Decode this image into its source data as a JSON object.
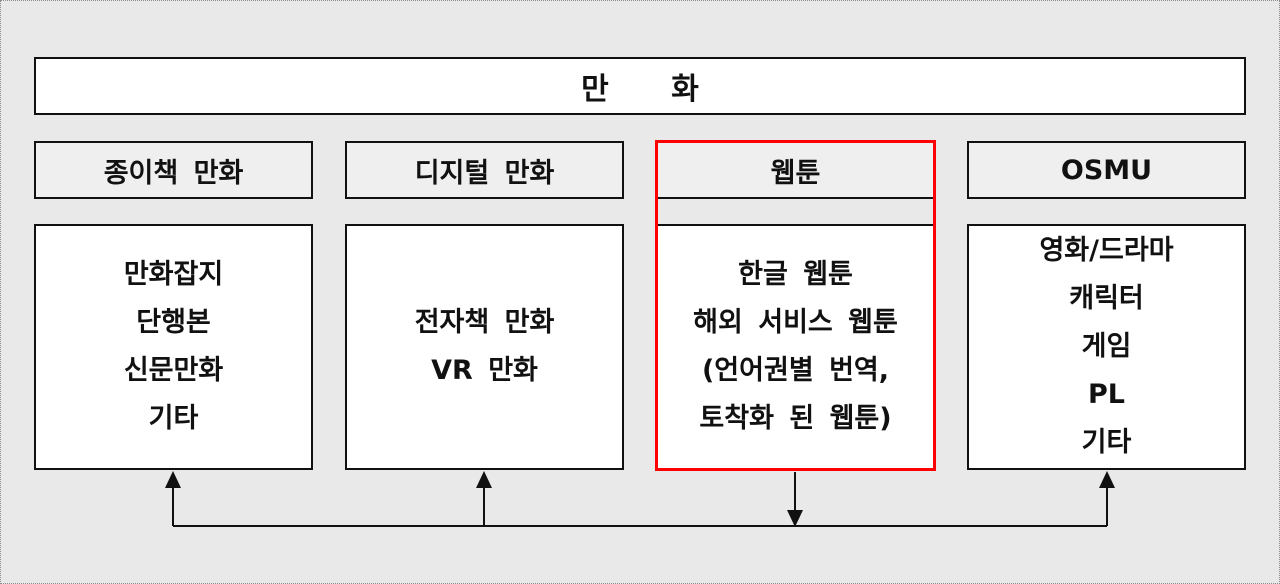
{
  "title": "만 화",
  "columns": [
    {
      "header": "종이책 만화",
      "items": [
        "만화잡지",
        "단행본",
        "신문만화",
        "기타"
      ]
    },
    {
      "header": "디지털 만화",
      "items": [
        "전자책 만화",
        "VR 만화"
      ]
    },
    {
      "header": "웹툰",
      "items": [
        "한글 웹툰",
        "해외 서비스 웹툰",
        "(언어권별 번역,",
        "토착화 된 웹툰)"
      ],
      "highlighted": true
    },
    {
      "header": "OSMU",
      "items": [
        "영화/드라마",
        "캐릭터",
        "게임",
        "PL",
        "기타"
      ]
    }
  ],
  "colors": {
    "background": "#e9e9e9",
    "border": "#111111",
    "header_fill": "#efefef",
    "highlight": "#ff0000"
  }
}
